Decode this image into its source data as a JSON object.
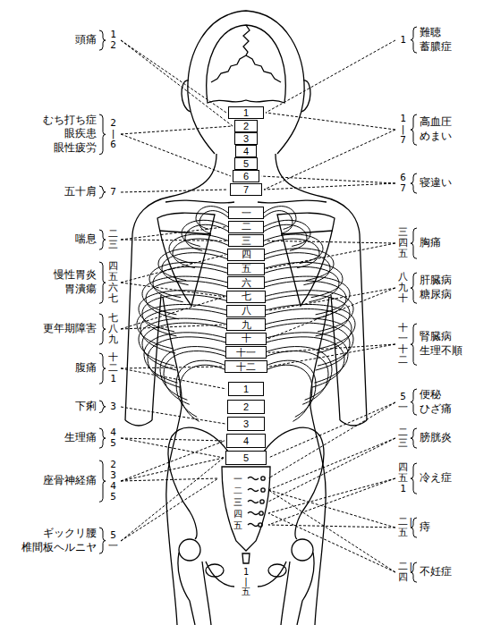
{
  "diagram": {
    "nodes": [
      {
        "text": [
          "1"
        ]
      },
      {
        "text": [
          "2"
        ]
      },
      {
        "text": [
          "3"
        ]
      },
      {
        "text": [
          "4"
        ]
      },
      {
        "text": [
          "5"
        ]
      },
      {
        "text": [
          "6"
        ]
      },
      {
        "text": [
          "7"
        ]
      },
      {
        "text": [
          "一"
        ]
      },
      {
        "text": [
          "二"
        ]
      },
      {
        "text": [
          "三"
        ]
      },
      {
        "text": [
          "四"
        ]
      },
      {
        "text": [
          "五"
        ]
      },
      {
        "text": [
          "六"
        ]
      },
      {
        "text": [
          "七"
        ]
      },
      {
        "text": [
          "八"
        ]
      },
      {
        "text": [
          "九"
        ]
      },
      {
        "text": [
          "十"
        ]
      },
      {
        "text": [
          "十一"
        ]
      },
      {
        "text": [
          "十二"
        ]
      },
      {
        "text": [
          "1"
        ]
      },
      {
        "text": [
          "2"
        ]
      },
      {
        "text": [
          "3"
        ]
      },
      {
        "text": [
          "4"
        ]
      },
      {
        "text": [
          "5"
        ]
      }
    ],
    "labels": [
      "頭痛",
      "12",
      "むち打ち症",
      "眼疾患",
      "眼性疲労",
      "2|6",
      "五十肩",
      "7",
      "喘息",
      "二三",
      "慢性胃炎",
      "胃潰瘍",
      "四五六七",
      "更年期障害",
      "七八九",
      "腹痛",
      "十二1",
      "下痢",
      "3",
      "生理痛",
      "45",
      "座骨神経痛",
      "2345",
      "ギックリ腰",
      "椎間板ヘルニヤ",
      "5一",
      "難聴",
      "蓄膿症",
      "1",
      "高血圧",
      "めまい",
      "1|7",
      "寝違い",
      "67",
      "胸痛",
      "三四五",
      "肝臓病",
      "糖尿病",
      "八九十",
      "腎臓病",
      "生理不順",
      "十一十二",
      "便秘",
      "ひざ痛",
      "5一",
      "膀胱炎",
      "二三",
      "冷え症",
      "四五1",
      "痔",
      "二|五",
      "不妊症",
      "二|四",
      "一",
      "二",
      "三",
      "四",
      "五",
      "1|五"
    ]
  }
}
